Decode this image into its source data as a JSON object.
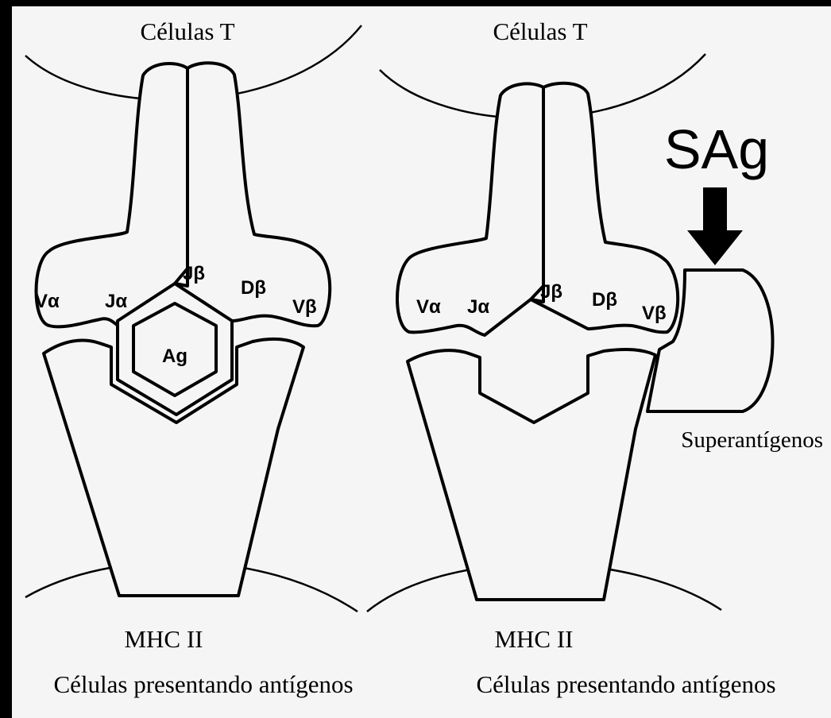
{
  "colors": {
    "background": "#f5f5f5",
    "frame": "#000000",
    "ink": "#000000"
  },
  "left_panel": {
    "top_label": "Células T",
    "chain_labels": {
      "v_alpha": "Vα",
      "j_alpha": "Jα",
      "j_beta": "Jβ",
      "d_beta": "Dβ",
      "v_beta": "Vβ"
    },
    "antigen_label": "Ag",
    "mhc_label": "MHC II",
    "bottom_label": "Células presentando antígenos"
  },
  "right_panel": {
    "top_label": "Células T",
    "chain_labels": {
      "v_alpha": "Vα",
      "j_alpha": "Jα",
      "j_beta": "Jβ",
      "d_beta": "Dβ",
      "v_beta": "Vβ"
    },
    "sag_label": "SAg",
    "superantigen_label": "Superantígenos",
    "mhc_label": "MHC II",
    "bottom_label": "Células presentando antígenos"
  },
  "icons": {
    "sag_arrow": "down-arrow-icon"
  }
}
